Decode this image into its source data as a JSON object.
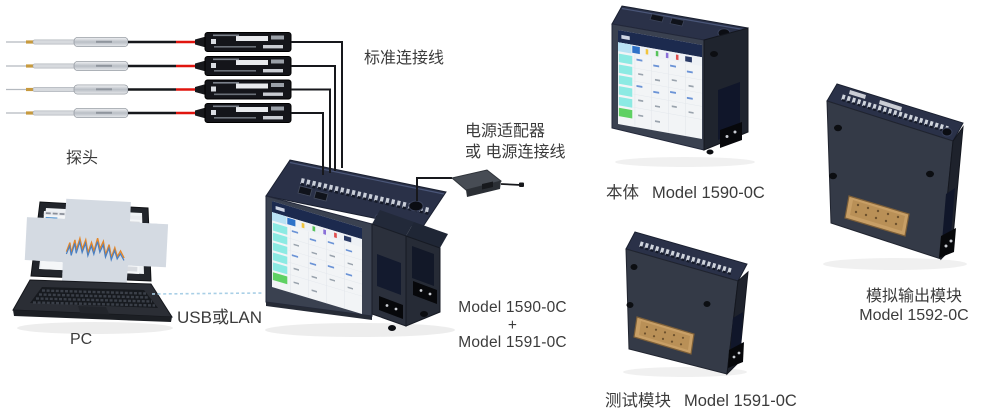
{
  "diagram": {
    "labels": {
      "probe": "探头",
      "standard_cable": "标准连接线",
      "power_adapter_line1": "电源适配器",
      "power_adapter_line2": "或 电源连接线",
      "usb_or_lan": "USB或LAN",
      "pc": "PC"
    },
    "center_device": {
      "model_top": "Model 1590-0C",
      "plus": "+",
      "model_bottom": "Model 1591-0C"
    },
    "main_unit": {
      "name": "本体",
      "model": "Model 1590-0C"
    },
    "test_module": {
      "name": "测试模块",
      "model": "Model 1591-0C"
    },
    "analog_output_module": {
      "name": "模拟输出模块",
      "model": "Model 1592-0C"
    },
    "colors": {
      "device_body": "#3a4150",
      "device_top": "#2a3148",
      "screen_header": "#1c2a4e",
      "screen_button_cyan": "#8ceae3",
      "screen_button_green": "#5fd163",
      "cable_red": "#e0150f",
      "connector_gold": "#c89f66",
      "usb_lan_line": "#a9cfe6",
      "label_text": "#3b3b3b"
    }
  }
}
